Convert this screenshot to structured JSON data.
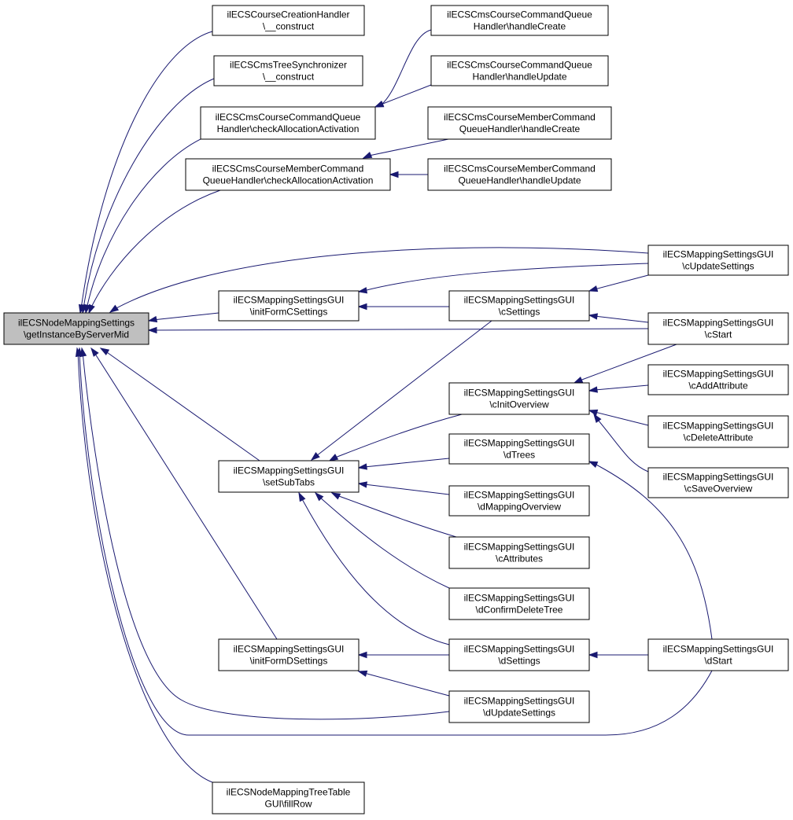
{
  "nodes": [
    {
      "id": "root",
      "lines": [
        "ilECSNodeMappingSettings",
        "\\getInstanceByServerMid"
      ]
    },
    {
      "id": "creation",
      "lines": [
        "ilECSCourseCreationHandler",
        "\\__construct"
      ]
    },
    {
      "id": "treesync",
      "lines": [
        "ilECSCmsTreeSynchronizer",
        "\\__construct"
      ]
    },
    {
      "id": "cqCheck",
      "lines": [
        "ilECSCmsCourseCommandQueue",
        "Handler\\checkAllocationActivation"
      ]
    },
    {
      "id": "mqCheck",
      "lines": [
        "ilECSCmsCourseMemberCommand",
        "QueueHandler\\checkAllocationActivation"
      ]
    },
    {
      "id": "cqCreate",
      "lines": [
        "ilECSCmsCourseCommandQueue",
        "Handler\\handleCreate"
      ]
    },
    {
      "id": "cqUpdate",
      "lines": [
        "ilECSCmsCourseCommandQueue",
        "Handler\\handleUpdate"
      ]
    },
    {
      "id": "mqCreate",
      "lines": [
        "ilECSCmsCourseMemberCommand",
        "QueueHandler\\handleCreate"
      ]
    },
    {
      "id": "mqUpdate",
      "lines": [
        "ilECSCmsCourseMemberCommand",
        "QueueHandler\\handleUpdate"
      ]
    },
    {
      "id": "initFormC",
      "lines": [
        "ilECSMappingSettingsGUI",
        "\\initFormCSettings"
      ]
    },
    {
      "id": "cSettings",
      "lines": [
        "ilECSMappingSettingsGUI",
        "\\cSettings"
      ]
    },
    {
      "id": "cUpdateSettings",
      "lines": [
        "ilECSMappingSettingsGUI",
        "\\cUpdateSettings"
      ]
    },
    {
      "id": "cStart",
      "lines": [
        "ilECSMappingSettingsGUI",
        "\\cStart"
      ]
    },
    {
      "id": "cInitOverview",
      "lines": [
        "ilECSMappingSettingsGUI",
        "\\cInitOverview"
      ]
    },
    {
      "id": "cAddAttribute",
      "lines": [
        "ilECSMappingSettingsGUI",
        "\\cAddAttribute"
      ]
    },
    {
      "id": "cDeleteAttribute",
      "lines": [
        "ilECSMappingSettingsGUI",
        "\\cDeleteAttribute"
      ]
    },
    {
      "id": "cSaveOverview",
      "lines": [
        "ilECSMappingSettingsGUI",
        "\\cSaveOverview"
      ]
    },
    {
      "id": "setSubTabs",
      "lines": [
        "ilECSMappingSettingsGUI",
        "\\setSubTabs"
      ]
    },
    {
      "id": "dTrees",
      "lines": [
        "ilECSMappingSettingsGUI",
        "\\dTrees"
      ]
    },
    {
      "id": "dMappingOverview",
      "lines": [
        "ilECSMappingSettingsGUI",
        "\\dMappingOverview"
      ]
    },
    {
      "id": "cAttributes",
      "lines": [
        "ilECSMappingSettingsGUI",
        "\\cAttributes"
      ]
    },
    {
      "id": "dConfirmDeleteTree",
      "lines": [
        "ilECSMappingSettingsGUI",
        "\\dConfirmDeleteTree"
      ]
    },
    {
      "id": "initFormD",
      "lines": [
        "ilECSMappingSettingsGUI",
        "\\initFormDSettings"
      ]
    },
    {
      "id": "dSettings",
      "lines": [
        "ilECSMappingSettingsGUI",
        "\\dSettings"
      ]
    },
    {
      "id": "dStart",
      "lines": [
        "ilECSMappingSettingsGUI",
        "\\dStart"
      ]
    },
    {
      "id": "dUpdateSettings",
      "lines": [
        "ilECSMappingSettingsGUI",
        "\\dUpdateSettings"
      ]
    },
    {
      "id": "fillRow",
      "lines": [
        "ilECSNodeMappingTreeTable",
        "GUI\\fillRow"
      ]
    }
  ],
  "edges": [
    {
      "from": "creation",
      "to": "root"
    },
    {
      "from": "treesync",
      "to": "root"
    },
    {
      "from": "cqCheck",
      "to": "root"
    },
    {
      "from": "mqCheck",
      "to": "root"
    },
    {
      "from": "cUpdateSettings",
      "to": "root"
    },
    {
      "from": "initFormC",
      "to": "root"
    },
    {
      "from": "cStart",
      "to": "root"
    },
    {
      "from": "setSubTabs",
      "to": "root"
    },
    {
      "from": "initFormD",
      "to": "root"
    },
    {
      "from": "dUpdateSettings",
      "to": "root"
    },
    {
      "from": "dStart",
      "to": "root"
    },
    {
      "from": "fillRow",
      "to": "root"
    },
    {
      "from": "cqCreate",
      "to": "cqCheck"
    },
    {
      "from": "cqUpdate",
      "to": "cqCheck"
    },
    {
      "from": "mqCreate",
      "to": "mqCheck"
    },
    {
      "from": "mqUpdate",
      "to": "mqCheck"
    },
    {
      "from": "cUpdateSettings",
      "to": "initFormC"
    },
    {
      "from": "cSettings",
      "to": "initFormC"
    },
    {
      "from": "cUpdateSettings",
      "to": "cSettings"
    },
    {
      "from": "cStart",
      "to": "cSettings"
    },
    {
      "from": "cSettings",
      "to": "setSubTabs"
    },
    {
      "from": "cInitOverview",
      "to": "setSubTabs"
    },
    {
      "from": "dTrees",
      "to": "setSubTabs"
    },
    {
      "from": "dMappingOverview",
      "to": "setSubTabs"
    },
    {
      "from": "cAttributes",
      "to": "setSubTabs"
    },
    {
      "from": "dConfirmDeleteTree",
      "to": "setSubTabs"
    },
    {
      "from": "dSettings",
      "to": "setSubTabs"
    },
    {
      "from": "cStart",
      "to": "cInitOverview"
    },
    {
      "from": "cAddAttribute",
      "to": "cInitOverview"
    },
    {
      "from": "cDeleteAttribute",
      "to": "cInitOverview"
    },
    {
      "from": "cSaveOverview",
      "to": "cInitOverview"
    },
    {
      "from": "dStart",
      "to": "dTrees"
    },
    {
      "from": "dSettings",
      "to": "initFormD"
    },
    {
      "from": "dUpdateSettings",
      "to": "initFormD"
    },
    {
      "from": "dStart",
      "to": "dSettings"
    }
  ],
  "colors": {
    "edge": "#191970",
    "node_border": "#000000",
    "root_fill": "#bfbfbf",
    "node_fill": "#ffffff"
  }
}
